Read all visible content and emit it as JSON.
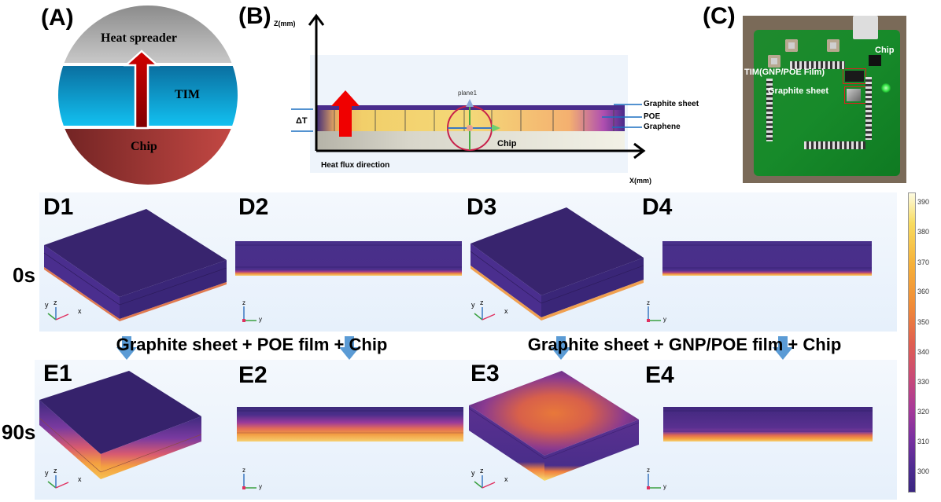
{
  "panels": {
    "A": {
      "label": "(A)",
      "layers": {
        "top": "Heat spreader",
        "middle": "TIM",
        "bottom": "Chip"
      }
    },
    "B": {
      "label": "(B)",
      "z_axis_label": "Z(mm)",
      "x_axis_label": "X(mm)",
      "delta_t_label": "ΔT",
      "plane_label": "plane1",
      "chip_label": "Chip",
      "heat_flux_label": "Heat flux direction",
      "layer_labels": [
        "Graphite sheet",
        "POE",
        "Graphene"
      ]
    },
    "C": {
      "label": "(C)",
      "annotations": {
        "chip": "Chip",
        "tim": "TIM(GNP/POE Film)",
        "graphite": "Graphite sheet"
      }
    }
  },
  "simulations": {
    "time_labels": [
      "0s",
      "90s"
    ],
    "row_D": [
      "D1",
      "D2",
      "D3",
      "D4"
    ],
    "row_E": [
      "E1",
      "E2",
      "E3",
      "E4"
    ],
    "captions": [
      "Graphite sheet + POE film + Chip",
      "Graphite sheet + GNP/POE film + Chip"
    ],
    "axis_triad_3d": {
      "x": "x",
      "y": "y",
      "z": "z"
    },
    "axis_triad_2d": {
      "y": "y",
      "z": "z"
    }
  },
  "colorbar": {
    "min": 295,
    "max": 393,
    "ticks": [
      "390",
      "380",
      "370",
      "360",
      "350",
      "340",
      "330",
      "320",
      "310",
      "300"
    ],
    "colormap": "plasma-like"
  },
  "colors": {
    "cold": "#3a2a7a",
    "hot": "#f8e070",
    "arrow_red": "#e00000",
    "arrow_blue": "#5b9bd5"
  }
}
